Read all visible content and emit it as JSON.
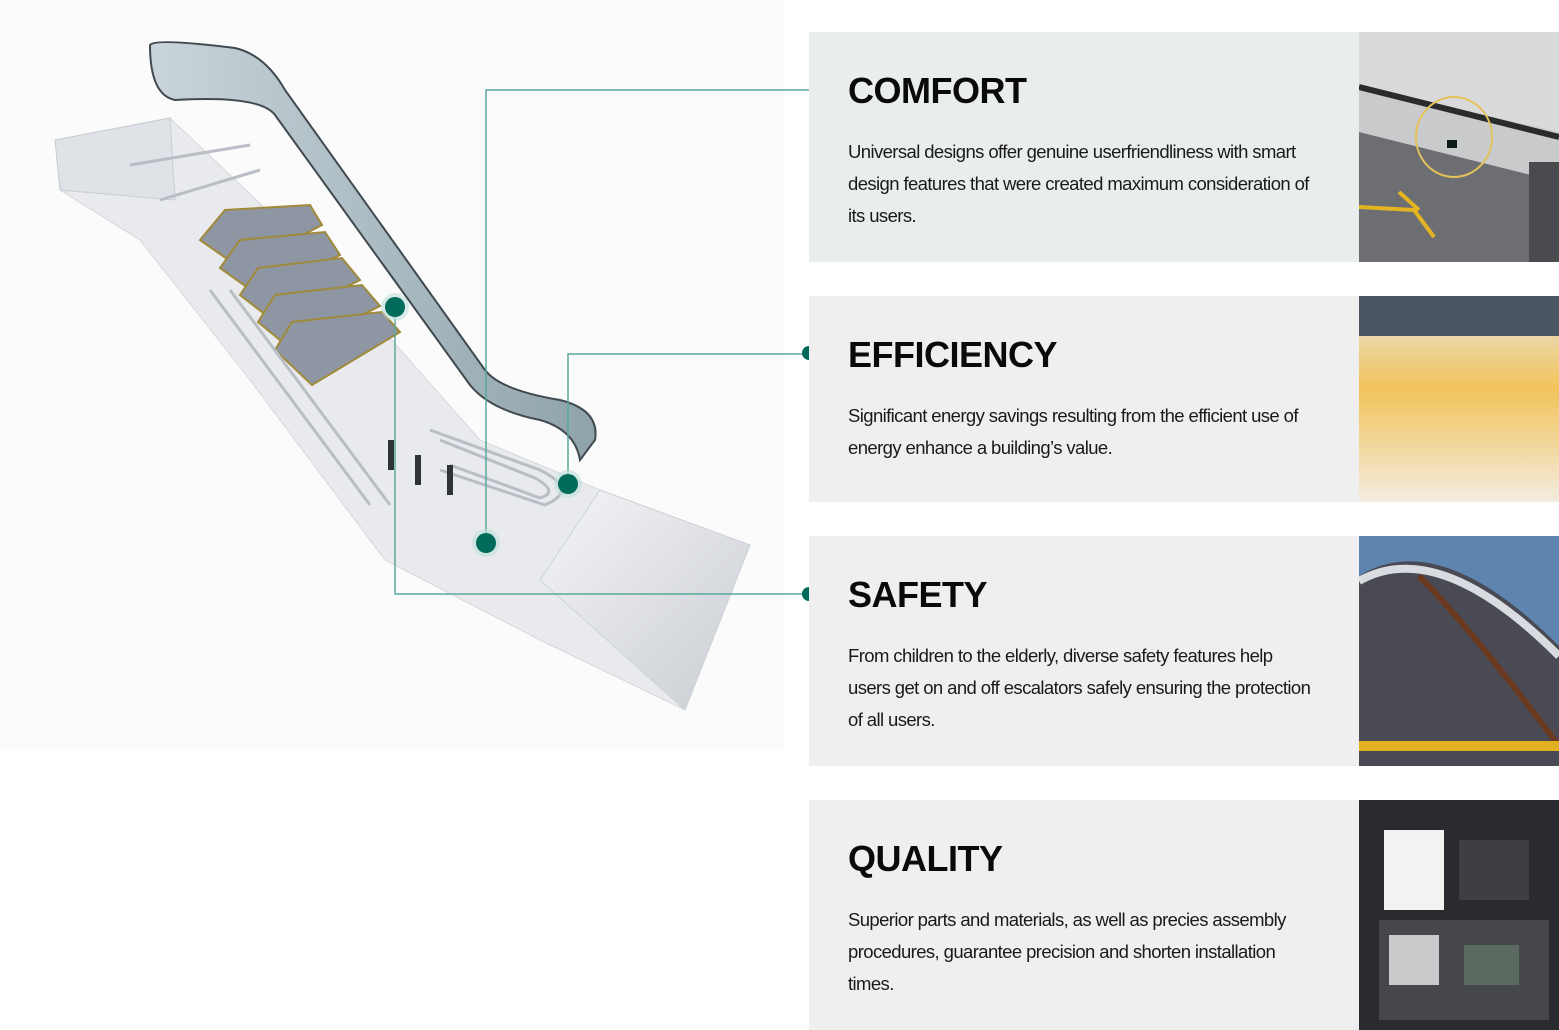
{
  "accent_color": "#006b5a",
  "line_color": "#5aa89c",
  "features": [
    {
      "title": "COMFORT",
      "description": "Universal designs offer genuine userfriendliness with smart design features that were created maximum consideration of its users.",
      "image_icon": "handrail-sensor-photo"
    },
    {
      "title": "EFFICIENCY",
      "description": "Significant energy savings resulting  from the efficient use of energy enhance a building’s value.",
      "image_icon": "step-lighting-photo"
    },
    {
      "title": "SAFETY",
      "description": "From children to the elderly, diverse  safety features help users get on and  off escalators safely ensuring the protection  of all users.",
      "image_icon": "handrail-curve-photo"
    },
    {
      "title": "QUALITY",
      "description": "Superior parts and materials, as well  as precies assembly procedures,  guarantee precision and shorten installation times.",
      "image_icon": "tool-case-photo"
    }
  ]
}
